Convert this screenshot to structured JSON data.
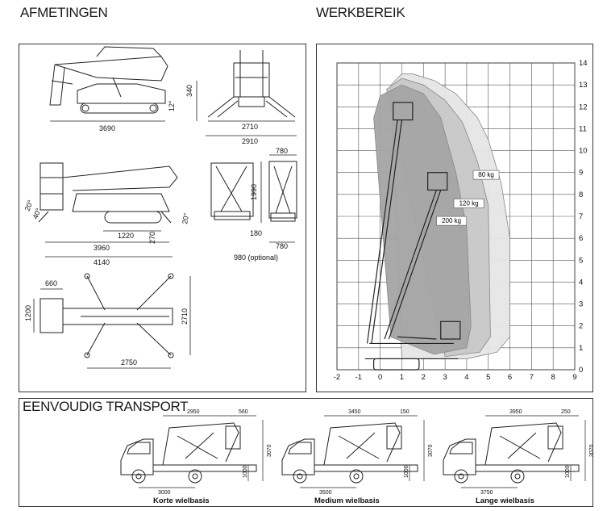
{
  "headings": {
    "dimensions": "AFMETINGEN",
    "work_range": "WERKBEREIK",
    "transport": "EENVOUDIG TRANSPORT"
  },
  "dimensions": {
    "side_length": "3690",
    "side_height": "340",
    "side_angle": "12°",
    "front_width_a": "2710",
    "front_width_b": "2910",
    "stowed_right_width": "780",
    "stowed_height": "1990",
    "stowed_right_base": "180",
    "stowed_right_base2": "780",
    "optional_note": "980 (optional)",
    "angle_left": "20°",
    "angle_left2": "40°",
    "angle_right": "20°",
    "wheelbase": "1220",
    "clearance": "270",
    "length_a": "3960",
    "length_b": "4140",
    "basket_width": "660",
    "basket_depth": "1200",
    "outrigger_span_y": "2710",
    "outrigger_span_x": "2750"
  },
  "chart_data": {
    "type": "area",
    "title": "WERKBEREIK",
    "xlim": [
      -2,
      9
    ],
    "ylim": [
      0,
      14
    ],
    "x_ticks": [
      "-2",
      "-1",
      "0",
      "1",
      "2",
      "3",
      "4",
      "5",
      "6",
      "7",
      "8",
      "9"
    ],
    "y_ticks": [
      "0",
      "1",
      "2",
      "3",
      "4",
      "5",
      "6",
      "7",
      "8",
      "9",
      "10",
      "11",
      "12",
      "13",
      "14"
    ],
    "grid": true,
    "series": [
      {
        "name": "80 kg",
        "x": [
          0.5,
          1.0,
          1.5,
          2.5,
          3.5,
          4.5,
          5.0,
          5.6,
          6.0,
          6.0,
          5.4,
          4.0,
          1.0,
          0.5
        ],
        "y": [
          13.0,
          13.5,
          13.5,
          13.2,
          12.6,
          11.5,
          10.5,
          8.5,
          6.0,
          1.5,
          0.8,
          0.5,
          0.5,
          13.0
        ]
      },
      {
        "name": "120 kg",
        "x": [
          0.3,
          1.0,
          2.0,
          3.0,
          3.8,
          4.5,
          5.0,
          5.1,
          4.6,
          3.0,
          0.3
        ],
        "y": [
          12.8,
          13.3,
          13.0,
          12.3,
          11.3,
          9.5,
          7.5,
          1.5,
          0.8,
          0.6,
          12.8
        ]
      },
      {
        "name": "200 kg",
        "x": [
          -0.3,
          0.0,
          1.0,
          2.0,
          2.8,
          3.5,
          4.0,
          4.2,
          4.0,
          2.5,
          0.5,
          -0.3
        ],
        "y": [
          11.5,
          12.5,
          13.0,
          12.6,
          11.5,
          9.0,
          6.5,
          2.0,
          1.0,
          0.7,
          1.5,
          11.5
        ]
      }
    ],
    "colors": [
      "#e6e6e6",
      "#c8c8c8",
      "#a4a4a4"
    ]
  },
  "transport": [
    {
      "caption": "Korte wielbasis",
      "top_a": "2950",
      "top_b": "560",
      "height": "3070",
      "bed": "1000",
      "wheelbase": "3000"
    },
    {
      "caption": "Medium wielbasis",
      "top_a": "3450",
      "top_b": "150",
      "height": "3070",
      "bed": "1000",
      "wheelbase": "3500"
    },
    {
      "caption": "Lange wielbasis",
      "top_a": "3950",
      "top_b": "250",
      "height": "3070",
      "bed": "1000",
      "wheelbase": "3750"
    }
  ]
}
